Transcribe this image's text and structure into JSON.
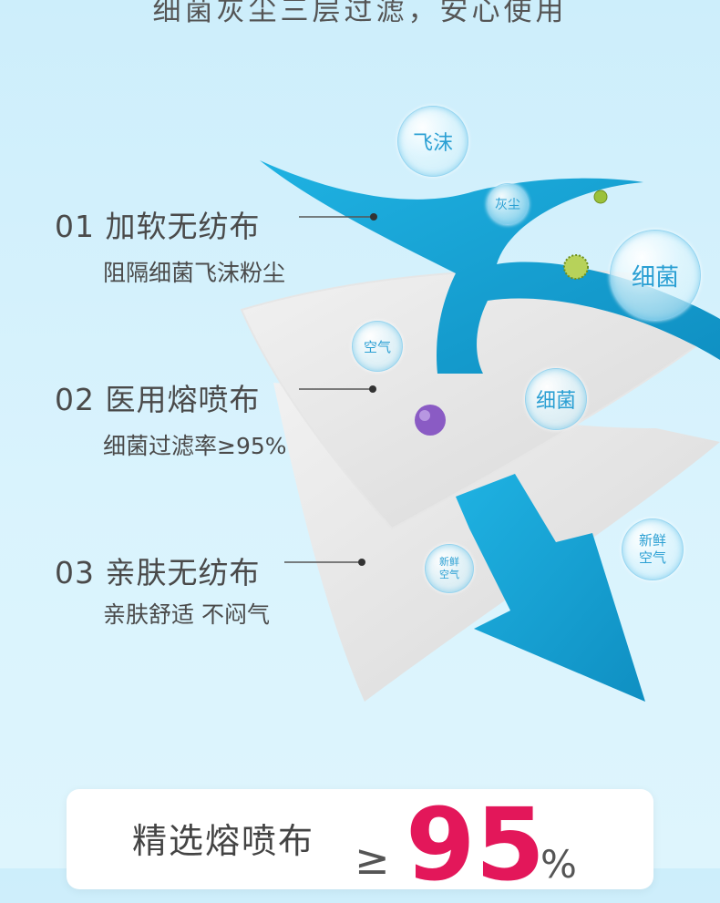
{
  "headline": "细菌灰尘三层过滤，安心使用",
  "layers": [
    {
      "title": "01 加软无纺布",
      "desc": "阻隔细菌飞沫粉尘"
    },
    {
      "title": "02 医用熔喷布",
      "desc": "细菌过滤率≥95%"
    },
    {
      "title": "03 亲肤无纺布",
      "desc": "亲肤舒适 不闷气"
    }
  ],
  "bubbles": {
    "droplet": "飞沫",
    "dust": "灰尘",
    "bacteria_large": "细菌",
    "air": "空气",
    "bacteria_mid": "细菌",
    "fresh_air_small_1": "新鲜",
    "fresh_air_small_2": "空气",
    "fresh_air_right_1": "新鲜",
    "fresh_air_right_2": "空气"
  },
  "card": {
    "label": "精选熔喷布",
    "symbol": "≥",
    "value": "95",
    "unit": "%"
  },
  "colors": {
    "accent_blue": "#1aa3d4",
    "highlight": "#e3175a"
  }
}
